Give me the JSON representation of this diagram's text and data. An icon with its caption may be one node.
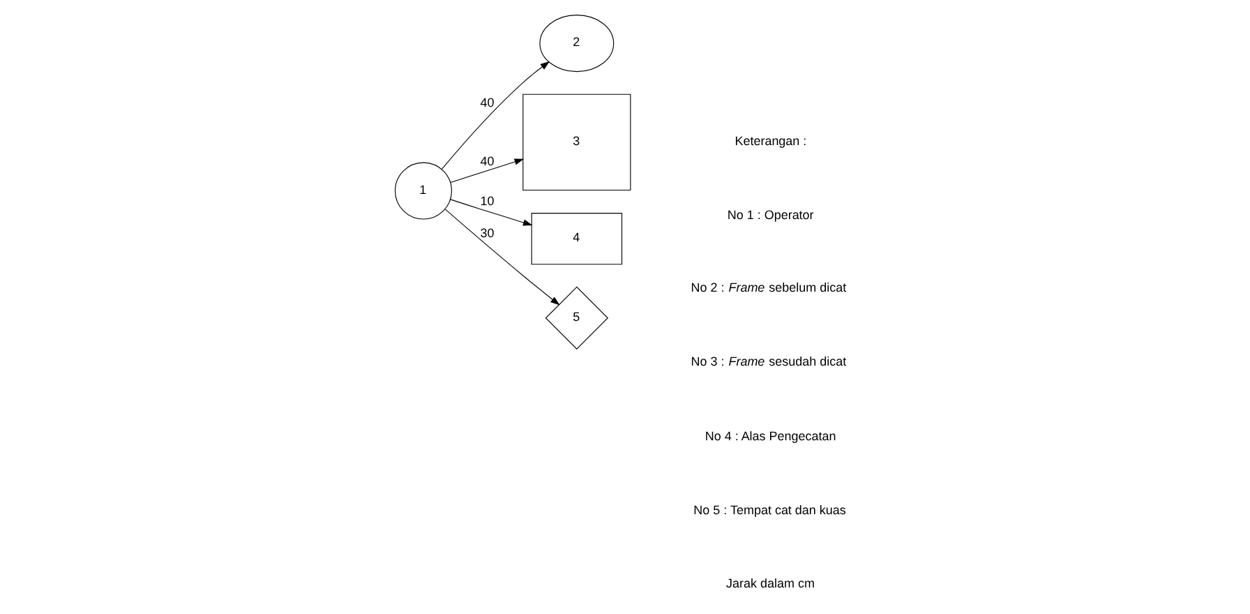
{
  "diagram": {
    "nodes": [
      {
        "text": [
          "2"
        ]
      },
      {
        "text": [
          "3"
        ]
      },
      {
        "text": [
          "4"
        ]
      },
      {
        "text": [
          "1"
        ]
      },
      {
        "text": [
          "5"
        ]
      }
    ],
    "edges": [
      {
        "from": 3,
        "to": 0,
        "arrow": "to",
        "label": "40"
      },
      {
        "from": 3,
        "to": 1,
        "arrow": "to",
        "label": "40"
      },
      {
        "from": 3,
        "to": 2,
        "arrow": "to",
        "label": "10"
      },
      {
        "from": 3,
        "to": 4,
        "arrow": "to",
        "label": "30"
      }
    ],
    "labels": [
      "Keterangan :",
      "No 1 : Operator",
      "No 2 : *Frame* sebelum dicat",
      "No 3 : *Frame* sesudah dicat",
      "No 4 : Alas Pengecatan",
      "No 5 : Tempat cat dan kuas",
      "Jarak dalam cm"
    ]
  }
}
